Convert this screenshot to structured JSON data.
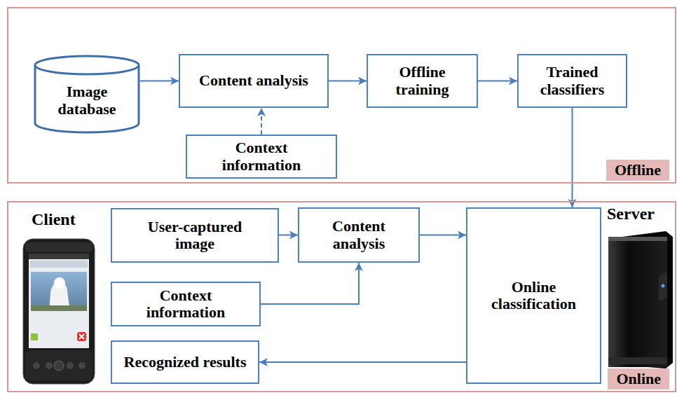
{
  "diagram": {
    "nodes": [
      {
        "text": [
          "Offline"
        ]
      },
      {
        "text": [
          "Image database"
        ],
        "in": 0
      },
      {
        "text": [
          "Content analysis"
        ],
        "in": 0
      },
      {
        "text": [
          "Offline training"
        ],
        "in": 0
      },
      {
        "text": [
          "Trained classifiers"
        ],
        "in": 0
      },
      {
        "text": [
          "Context information"
        ],
        "in": 0
      },
      {
        "text": [
          "Online"
        ]
      },
      {
        "text": [
          "User-captured image"
        ],
        "in": 6
      },
      {
        "text": [
          "Content analysis"
        ],
        "in": 6
      },
      {
        "text": [
          "Online classification"
        ],
        "in": 6
      },
      {
        "text": [
          "Context information"
        ],
        "in": 6
      },
      {
        "text": [
          "Recognized results"
        ],
        "in": 6
      }
    ],
    "edges": [
      {
        "from": 1,
        "to": 2,
        "arrow": "to"
      },
      {
        "from": 5,
        "to": 2,
        "arrow": "to"
      },
      {
        "from": 2,
        "to": 3,
        "arrow": "to"
      },
      {
        "from": 3,
        "to": 4,
        "arrow": "to"
      },
      {
        "from": 4,
        "to": 9,
        "arrow": "to"
      },
      {
        "from": 7,
        "to": 8,
        "arrow": "to"
      },
      {
        "from": 10,
        "to": 8,
        "arrow": "to"
      },
      {
        "from": 8,
        "to": 9,
        "arrow": "to"
      },
      {
        "from": 9,
        "to": 11,
        "arrow": "to"
      }
    ],
    "labels": [
      "Client",
      "Server"
    ]
  }
}
